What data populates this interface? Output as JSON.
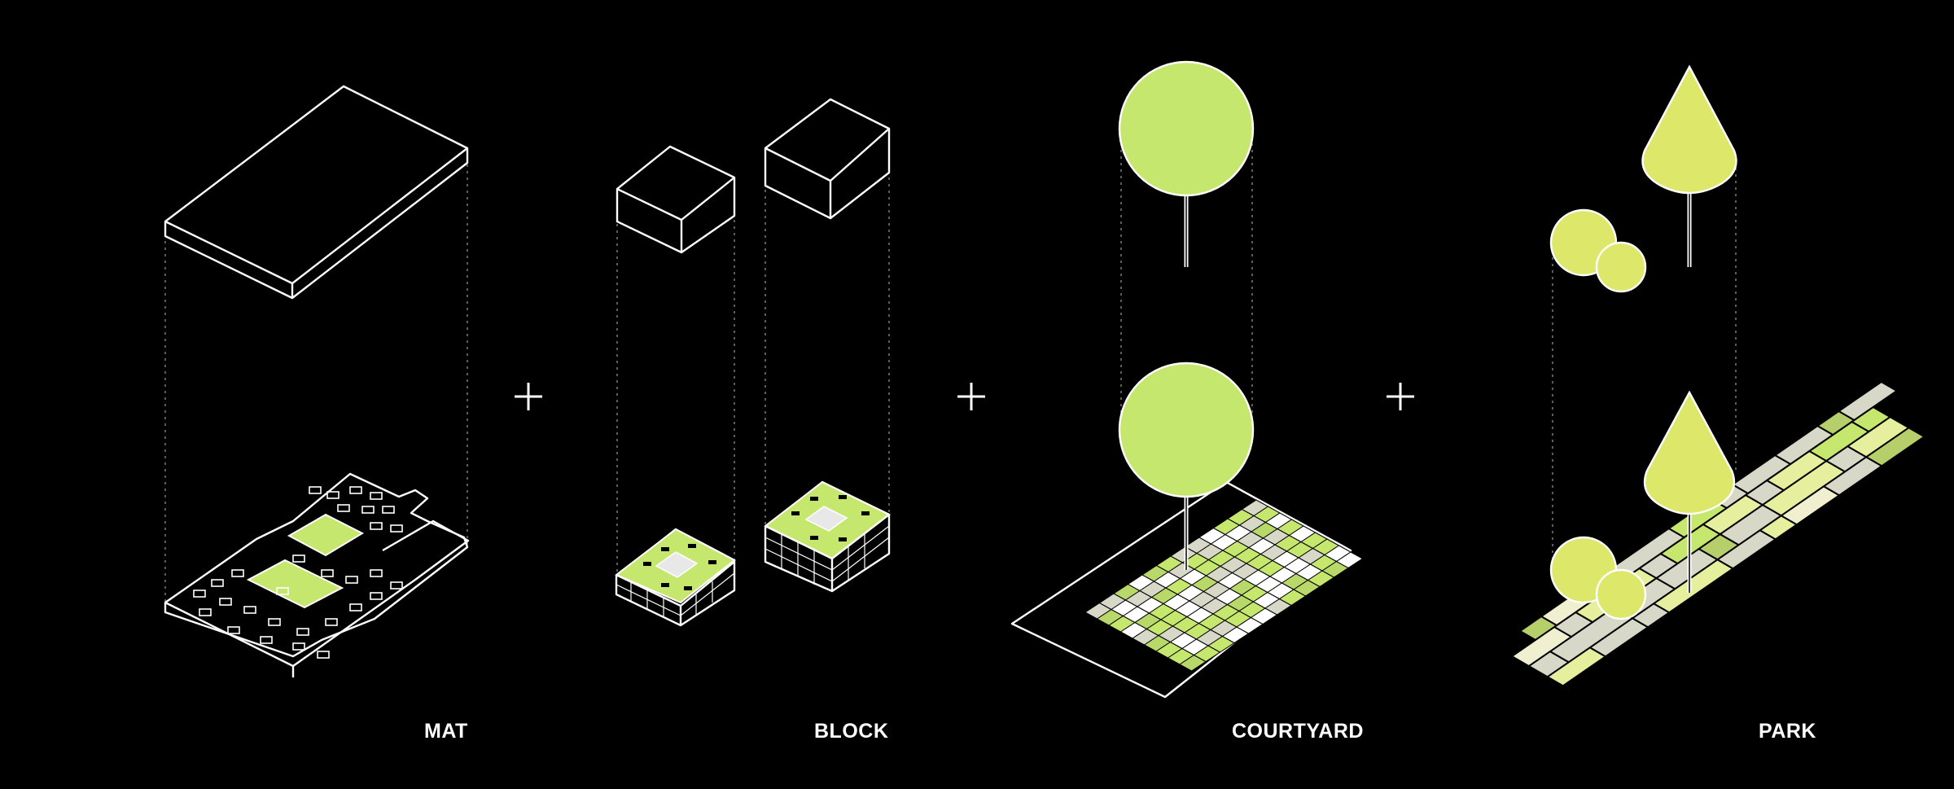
{
  "labels": {
    "mat": "MAT",
    "block": "BLOCK",
    "courtyard": "COURTYARD",
    "park": "PARK"
  },
  "colors": {
    "background": "#000000",
    "line": "#ffffff",
    "green": "#c6e76e",
    "yellow_green": "#dde76a",
    "paving": "#d8d8c8"
  }
}
